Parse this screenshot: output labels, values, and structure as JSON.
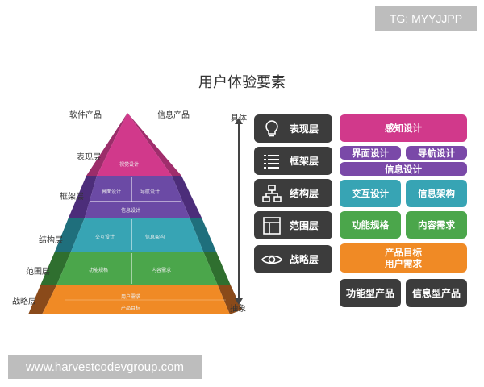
{
  "watermark_top": "TG: MYYJJPP",
  "watermark_bottom": "www.harvestcodevgroup.com",
  "title": "用户体验要素",
  "pyramid": {
    "left_label": "软件产品",
    "right_label": "信息产品",
    "layers": [
      {
        "label": "表现层",
        "inner": [
          "视觉设计"
        ]
      },
      {
        "label": "框架层",
        "inner": [
          "界面设计",
          "导航设计",
          "信息设计"
        ]
      },
      {
        "label": "结构层",
        "inner": [
          "交互设计",
          "信息架构"
        ]
      },
      {
        "label": "范围层",
        "inner": [
          "功能规格",
          "内容需求"
        ]
      },
      {
        "label": "战略层",
        "inner": [
          "用户需求",
          "产品目标"
        ]
      }
    ]
  },
  "axis": {
    "top": "具体",
    "bottom": "抽象"
  },
  "rows": [
    {
      "label": "表现层",
      "icon": "lightbulb-icon"
    },
    {
      "label": "框架层",
      "icon": "list-icon"
    },
    {
      "label": "结构层",
      "icon": "hierarchy-icon"
    },
    {
      "label": "范围层",
      "icon": "layout-icon"
    },
    {
      "label": "战略层",
      "icon": "eye-icon"
    }
  ],
  "boxes": {
    "sensory": "感知设计",
    "interface": "界面设计",
    "navigation": "导航设计",
    "information": "信息设计",
    "interaction": "交互设计",
    "info_arch": "信息架构",
    "func_spec": "功能规格",
    "content_req": "内容需求",
    "product_goal": "产品目标",
    "user_need": "用户需求"
  },
  "base": {
    "left": "功能型产品",
    "right": "信息型产品"
  },
  "colors": {
    "pink": "#d1398b",
    "purple": "#7a49a8",
    "teal": "#37a4b4",
    "green": "#4ba64b",
    "orange": "#f08a25",
    "dark": "#3c3c3c"
  }
}
